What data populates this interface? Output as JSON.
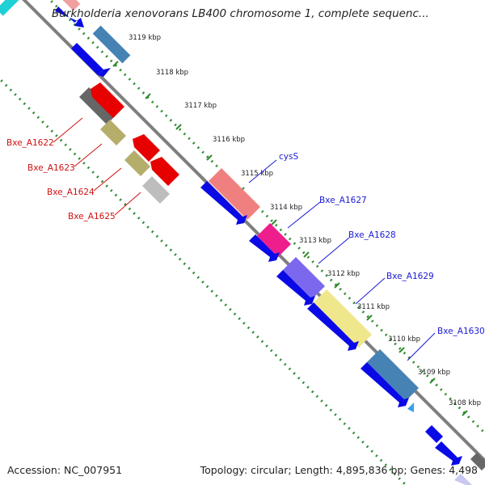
{
  "title": "Burkholderia xenovorans LB400 chromosome 1, complete sequenc...",
  "footer": {
    "accession": "Accession: NC_007951",
    "summary": "Topology: circular; Length: 4,895,836 bp; Genes: 4,498"
  },
  "ticks": [
    "3119 kbp",
    "3118 kbp",
    "3117 kbp",
    "3116 kbp",
    "3115 kbp",
    "3114 kbp",
    "3113 kbp",
    "3112 kbp",
    "3111 kbp",
    "3110 kbp",
    "3109 kbp",
    "3108 kbp"
  ],
  "forward_gene_labels": [
    "cysS",
    "Bxe_A1627",
    "Bxe_A1628",
    "Bxe_A1629",
    "Bxe_A1630"
  ],
  "reverse_gene_labels": [
    "Bxe_A1622",
    "Bxe_A1623",
    "Bxe_A1624",
    "Bxe_A1625"
  ],
  "colors": {
    "forward_label": "#1a1ad6",
    "reverse_label": "#d01010",
    "backbone": "#7a7a7a",
    "tick": "#2e8b2e",
    "cds": "#0a0ae6"
  }
}
